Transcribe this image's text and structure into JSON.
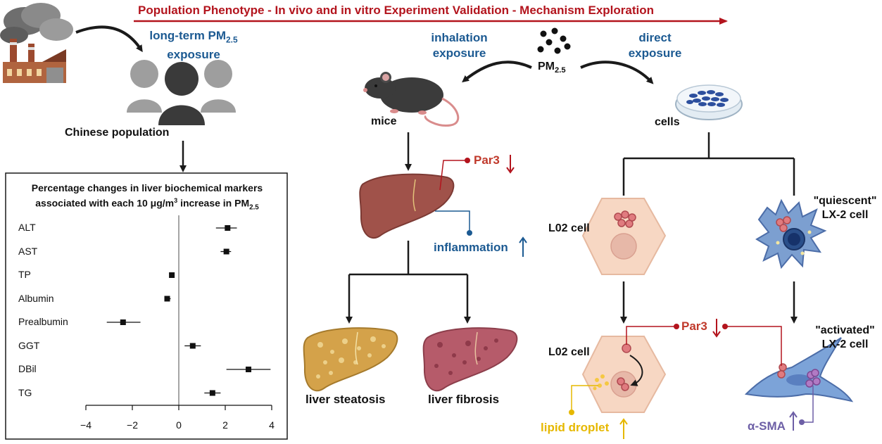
{
  "colors": {
    "title_red": "#b3141d",
    "blue_text": "#1c5a92",
    "red_text": "#c0392b",
    "yellow_text": "#e6b800",
    "purple_text": "#6d5fa6",
    "black": "#111111"
  },
  "header": {
    "title": "Population Phenotype - In vivo and in vitro Experiment Validation - Mechanism Exploration"
  },
  "population": {
    "exposure_line1": "long-term PM",
    "exposure_sub": "2.5",
    "exposure_line2": "exposure",
    "label": "Chinese population"
  },
  "forest_plot": {
    "title_line1": "Percentage changes in liver biochemical markers",
    "title_line2_a": "associated with each 10 μg/m",
    "title_sup": "3",
    "title_line2_b": " increase in PM",
    "title_sub": "2.5",
    "ticks": [
      "−4",
      "−2",
      "0",
      "2",
      "4"
    ],
    "tick_values": [
      -4,
      -2,
      0,
      2,
      4
    ],
    "markers": [
      {
        "label": "ALT",
        "estimate": 2.1,
        "low": 1.6,
        "high": 2.5
      },
      {
        "label": "AST",
        "estimate": 2.05,
        "low": 1.8,
        "high": 2.25
      },
      {
        "label": "TP",
        "estimate": -0.3,
        "low": -0.4,
        "high": -0.2
      },
      {
        "label": "Albumin",
        "estimate": -0.5,
        "low": -0.6,
        "high": -0.35
      },
      {
        "label": "Prealbumin",
        "estimate": -2.4,
        "low": -3.1,
        "high": -1.65
      },
      {
        "label": "GGT",
        "estimate": 0.6,
        "low": 0.25,
        "high": 0.95
      },
      {
        "label": "DBil",
        "estimate": 3.0,
        "low": 2.05,
        "high": 3.95
      },
      {
        "label": "TG",
        "estimate": 1.45,
        "low": 1.1,
        "high": 1.8
      }
    ]
  },
  "in_vivo": {
    "inhalation_line1": "inhalation",
    "inhalation_line2": "exposure",
    "pm_label": "PM",
    "pm_sub": "2.5",
    "mice_label": "mice",
    "par3_label": "Par3",
    "inflammation_label": "inflammation",
    "steatosis_label": "liver steatosis",
    "fibrosis_label": "liver fibrosis"
  },
  "in_vitro": {
    "direct_line1": "direct",
    "direct_line2": "exposure",
    "cells_label": "cells",
    "l02_label": "L02 cell",
    "l02_label_2": "L02 cell",
    "quiescent_line1": "\"quiescent\"",
    "quiescent_line2": "LX-2 cell",
    "activated_line1": "\"activated\"",
    "activated_line2": "LX-2 cell",
    "par3_label": "Par3",
    "lipid_label": "lipid droplet",
    "asma_label": "α-SMA"
  },
  "icons": {
    "factory": "factory-icon",
    "people": "people-group-icon",
    "mouse": "mouse-icon",
    "petri": "petri-dish-icon",
    "liver": "liver-icon",
    "hepatocyte": "hepatocyte-icon",
    "stellate": "stellate-cell-icon",
    "particles": "pm-particles-icon"
  }
}
